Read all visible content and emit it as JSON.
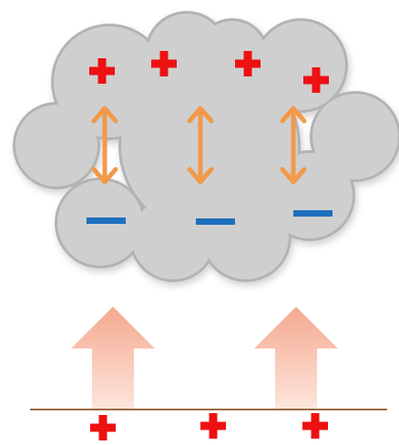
{
  "diagram": {
    "cloud": {
      "positive_charges": 4,
      "negative_charges": 3,
      "separation_arrows": 3
    },
    "ground": {
      "positive_charges": 3
    },
    "updrafts": 2,
    "colors": {
      "positive": "#ee1111",
      "negative": "#1f6fbe",
      "double_arrow": "#f2994a",
      "updraft_top": "#f4a98f",
      "updraft_bottom": "#fde5dc",
      "cloud_fill": "#cfcfcf",
      "cloud_stroke": "#b3b3b3",
      "ground_line": "#9a6a3e"
    },
    "icons": {
      "positive": "plus-sign-icon",
      "negative": "minus-sign-icon",
      "separation": "double-arrow-icon",
      "updraft": "up-arrow-icon"
    }
  }
}
